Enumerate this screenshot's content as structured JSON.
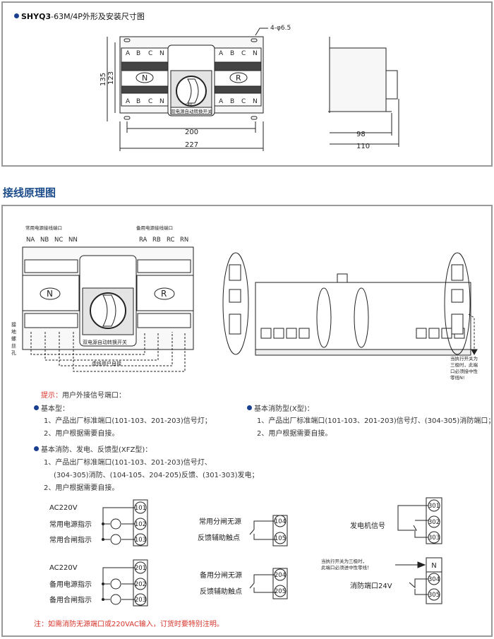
{
  "dimension_drawing": {
    "title_model": "SHYQ3",
    "title_suffix": "-63M/4P外形及安装尺寸图",
    "hole_label": "4-φ6.5",
    "dims": {
      "height_outer": "135",
      "height_inner": "123",
      "width_inner": "200",
      "width_outer": "227",
      "depth_inner": "98",
      "depth_outer": "110"
    },
    "terminals_top": [
      "A",
      "B",
      "C",
      "N"
    ],
    "terminals_bottom": [
      "A",
      "B",
      "C",
      "N"
    ],
    "left_unit": "N",
    "right_unit": "R",
    "switch_label": "双电源自动转换开关",
    "switch_off": "OFF"
  },
  "wiring_section": {
    "title": "接线原理图",
    "normal_port_label": "常用电源接线端口",
    "backup_port_label": "备用电源接线端口",
    "normal_terminals": [
      "NA",
      "NB",
      "NC",
      "NN"
    ],
    "backup_terminals": [
      "RA",
      "RB",
      "RC",
      "RN"
    ],
    "ground_label": [
      "接",
      "地",
      "螺",
      "丝",
      "孔"
    ],
    "dashed_note": "虚线用户自接",
    "side_note": [
      "当执行开关为",
      "三极时，此端",
      "口必须接中性",
      "零线N!"
    ]
  },
  "hints": {
    "hint_label": "提示：",
    "hint_text": "用户外接信号端口：",
    "basic": {
      "title": "基本型：",
      "items": [
        "1、产品出厂标准端口(101-103、201-203)信号灯；",
        "2、用户根据需要自接。"
      ]
    },
    "fire": {
      "title": "基本消防型(X型)：",
      "items": [
        "1、产品出厂标准端口(101-103、201-203)信号灯、(304-305)消防端口；",
        "2、用户根据需要自接。"
      ]
    },
    "xfz": {
      "title": "基本消防、发电、反馈型(XFZ型)：",
      "items": [
        "1、产品出厂标准端口(101-103、201-203)信号灯、",
        "(304-305)消防、(104-105、204-205)反馈、(301-303)发电；",
        "2、用户根据需要自接。"
      ]
    }
  },
  "terminal_diagrams": {
    "group1": {
      "supply": "AC220V",
      "labels": [
        "常用电源指示",
        "常用合闸指示"
      ],
      "terminals": [
        "101",
        "102",
        "103"
      ]
    },
    "group2": {
      "supply": "AC220V",
      "labels": [
        "备用电源指示",
        "备用合闸指示"
      ],
      "terminals": [
        "201",
        "202",
        "203"
      ]
    },
    "group3": {
      "labels": [
        "常用分闸无源",
        "反馈辅助触点"
      ],
      "terminals": [
        "104",
        "105"
      ]
    },
    "group4": {
      "labels": [
        "备用分闸无源",
        "反馈辅助触点"
      ],
      "terminals": [
        "204",
        "205"
      ]
    },
    "group5": {
      "label": "发电机信号",
      "terminals": [
        "301",
        "302",
        "303"
      ]
    },
    "group6": {
      "note": [
        "当执行开关为三极时，",
        "此端口必须进中性零线！"
      ],
      "neutral": "N",
      "label": "消防端口24V",
      "terminals": [
        "304",
        "305"
      ]
    }
  },
  "footer_note": "注：如需消防无源端口或220VAC输入，订货时要特别注明。",
  "colors": {
    "accent_blue": "#1b4b8a",
    "note_red": "#d9342b",
    "frame": "#999999"
  }
}
